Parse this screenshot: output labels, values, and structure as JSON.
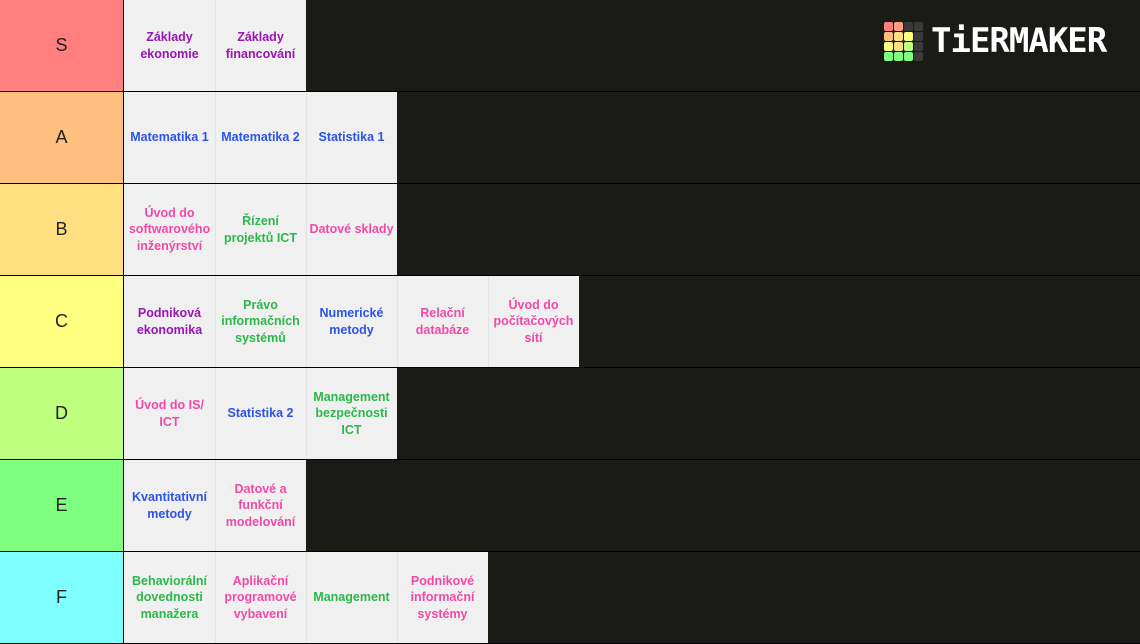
{
  "brand": {
    "name": "TiERMAKER",
    "grid_colors": [
      "#ff7f7f",
      "#ff9f7f",
      "#3a3a3a",
      "#3a3a3a",
      "#ffbf7f",
      "#ffdf7f",
      "#ffff7f",
      "#3a3a3a",
      "#ffff7f",
      "#ffdf7f",
      "#bfff7f",
      "#3a3a3a",
      "#7fff7f",
      "#7fff7f",
      "#7fff7f",
      "#3a3a3a"
    ]
  },
  "item_colors": {
    "purple": "#9b14b4",
    "blue": "#2b54e8",
    "pink": "#f04aa8",
    "green": "#2bb84a"
  },
  "tiers": [
    {
      "label": "S",
      "color": "#ff7f7f",
      "items": [
        {
          "text": "Základy\nekonomie",
          "color": "purple"
        },
        {
          "text": "Základy\nfinancování",
          "color": "purple"
        }
      ]
    },
    {
      "label": "A",
      "color": "#ffbf7f",
      "items": [
        {
          "text": "Matematika 1",
          "color": "blue"
        },
        {
          "text": "Matematika 2",
          "color": "blue"
        },
        {
          "text": "Statistika 1",
          "color": "blue"
        }
      ]
    },
    {
      "label": "B",
      "color": "#ffdf7f",
      "items": [
        {
          "text": "Úvod do\nsoftwarového\ninženýrství",
          "color": "pink"
        },
        {
          "text": "Řízení\nprojektů ICT",
          "color": "green"
        },
        {
          "text": "Datové sklady",
          "color": "pink"
        }
      ]
    },
    {
      "label": "C",
      "color": "#ffff7f",
      "items": [
        {
          "text": "Podniková\nekonomika",
          "color": "purple"
        },
        {
          "text": "Právo\ninformačních\nsystémů",
          "color": "green"
        },
        {
          "text": "Numerické\nmetody",
          "color": "blue"
        },
        {
          "text": "Relační\ndatabáze",
          "color": "pink"
        },
        {
          "text": "Úvod do\npočítačových\nsítí",
          "color": "pink"
        }
      ]
    },
    {
      "label": "D",
      "color": "#bfff7f",
      "items": [
        {
          "text": "Úvod do IS/\nICT",
          "color": "pink"
        },
        {
          "text": "Statistika 2",
          "color": "blue"
        },
        {
          "text": "Management\nbezpečnosti\nICT",
          "color": "green"
        }
      ]
    },
    {
      "label": "E",
      "color": "#7fff7f",
      "items": [
        {
          "text": "Kvantitativní\nmetody",
          "color": "blue"
        },
        {
          "text": "Datové a\nfunkční\nmodelování",
          "color": "pink"
        }
      ]
    },
    {
      "label": "F",
      "color": "#7fffff",
      "items": [
        {
          "text": "Behaviorální\ndovednosti\nmanažera",
          "color": "green"
        },
        {
          "text": "Aplikační\nprogramové\nvybavení",
          "color": "pink"
        },
        {
          "text": "Management",
          "color": "green"
        },
        {
          "text": "Podnikové\ninformační\nsystémy",
          "color": "pink"
        }
      ]
    }
  ]
}
